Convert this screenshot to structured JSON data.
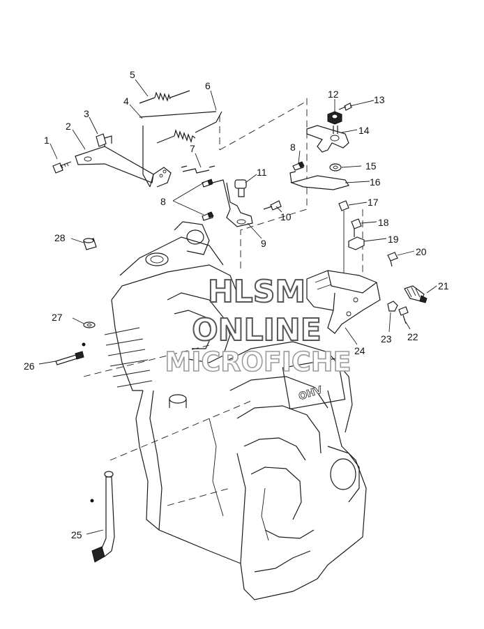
{
  "callouts": [
    {
      "id": "1",
      "text": "1"
    },
    {
      "id": "2",
      "text": "2"
    },
    {
      "id": "3",
      "text": "3"
    },
    {
      "id": "4",
      "text": "4"
    },
    {
      "id": "5",
      "text": "5"
    },
    {
      "id": "6",
      "text": "6"
    },
    {
      "id": "7",
      "text": "7"
    },
    {
      "id": "8a",
      "text": "8"
    },
    {
      "id": "8b",
      "text": "8"
    },
    {
      "id": "9",
      "text": "9"
    },
    {
      "id": "10",
      "text": "10"
    },
    {
      "id": "11",
      "text": "11"
    },
    {
      "id": "12",
      "text": "12"
    },
    {
      "id": "13",
      "text": "13"
    },
    {
      "id": "14",
      "text": "14"
    },
    {
      "id": "15",
      "text": "15"
    },
    {
      "id": "16",
      "text": "16"
    },
    {
      "id": "17",
      "text": "17"
    },
    {
      "id": "18",
      "text": "18"
    },
    {
      "id": "19",
      "text": "19"
    },
    {
      "id": "20",
      "text": "20"
    },
    {
      "id": "21",
      "text": "21"
    },
    {
      "id": "22",
      "text": "22"
    },
    {
      "id": "23",
      "text": "23"
    },
    {
      "id": "24",
      "text": "24"
    },
    {
      "id": "25",
      "text": "25"
    },
    {
      "id": "26",
      "text": "26"
    },
    {
      "id": "27",
      "text": "27"
    },
    {
      "id": "28",
      "text": "28"
    }
  ],
  "watermark": {
    "line1": "HLSM",
    "line2": "ONLINE",
    "line3": "MICROFICHE"
  },
  "engine_stamp": "OHV"
}
